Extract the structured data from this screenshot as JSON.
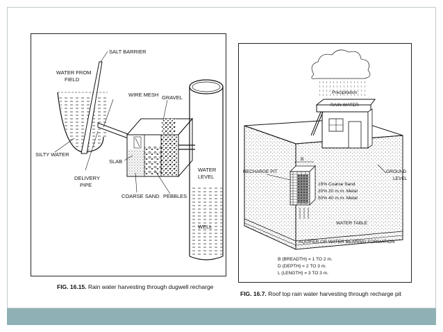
{
  "figure1": {
    "labels": {
      "salt_barrier": "SALT BARRIER",
      "water_from": "WATER FROM",
      "field": "FIELD",
      "wire_mesh": "WIRE MESH",
      "gravel": "GRAVEL",
      "silty_water": "SILTY WATER",
      "slab": "SLAB",
      "delivery": "DELIVERY",
      "pipe": "PIPE",
      "coarse_sand": "COARSE SAND",
      "pebbles": "PEBBLES",
      "water": "WATER",
      "level": "LEVEL",
      "well": "WELL"
    },
    "caption_num": "FIG. 16.15.",
    "caption_text": "Rain water harvesting through dugwell recharge"
  },
  "figure2": {
    "labels": {
      "precipitation": "Precipitation",
      "rain_water": "RAIN WATER",
      "recharge_pit": "RECHARGE PIT",
      "ground": "GROUND",
      "level": "LEVEL",
      "b": "B",
      "coarse_sand": "15% Coarse Sand",
      "metal_20": "20% 20 m.m. Metal",
      "metal_40": "50% 40 m.m. Metal",
      "water_table": "WATER TABLE",
      "aquifer": "AQUIFER OR WATER BEARING FORMATION"
    },
    "dimensions": [
      "B (BREADTH)  = 1 TO 2 m.",
      "D (DEPTH)    = 2 TO 3 m.",
      "L (LENGTH)   = 3 TO 3 m."
    ],
    "caption_num": "FIG. 16.7.",
    "caption_text": "Roof top rain water harvesting through recharge pit"
  }
}
